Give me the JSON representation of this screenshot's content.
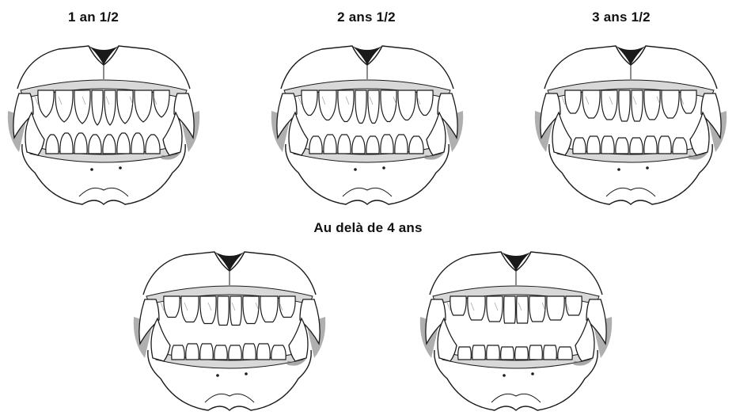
{
  "captions": {
    "stage_1": "1 an 1/2",
    "stage_2": "2 ans 1/2",
    "stage_3": "3 ans 1/2",
    "stage_4": "Au delà de 4 ans"
  },
  "illustrations": [
    {
      "caption_key": "stage_1",
      "wear": 0
    },
    {
      "caption_key": "stage_2",
      "wear": 1
    },
    {
      "caption_key": "stage_3",
      "wear": 2
    },
    {
      "caption_key": "stage_4",
      "wear": 3
    },
    {
      "caption_key": "stage_4",
      "wear": 4
    }
  ],
  "colors": {
    "ink": "#1a1a1a",
    "shade": "#6e6e6e",
    "paper": "#ffffff"
  }
}
